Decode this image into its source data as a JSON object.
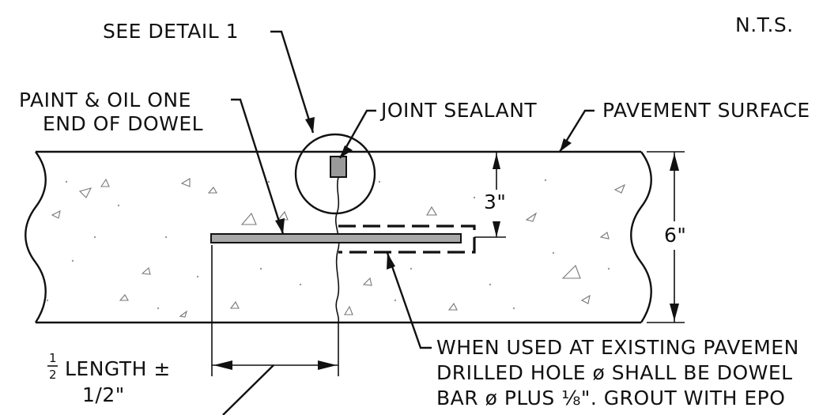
{
  "scale_note": "N.T.S.",
  "labels": {
    "see_detail": "SEE DETAIL 1",
    "paint_oil_line1": "PAINT & OIL ONE",
    "paint_oil_line2": "END OF DOWEL",
    "joint_sealant": "JOINT SEALANT",
    "pavement_surface": "PAVEMENT SURFACE",
    "dim_3": "3\"",
    "dim_6": "6\"",
    "half_length_line1": "LENGTH ±",
    "half_length_line2": "1/2\"",
    "existing_line1": "WHEN USED AT EXISTING PAVEMEN",
    "existing_line2": "DRILLED HOLE ø SHALL BE DOWEL",
    "existing_line3": "BAR ø PLUS ⅛\". GROUT WITH EPO"
  },
  "colors": {
    "linework": "#111111",
    "dowel_fill": "#a8a8a8",
    "sealant_fill": "#9a9a9a",
    "concrete_fleck": "#777777"
  }
}
